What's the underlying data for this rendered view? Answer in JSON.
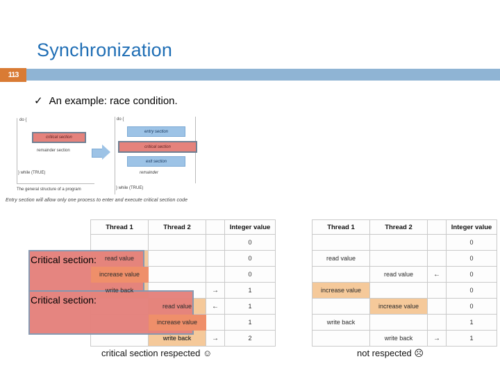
{
  "slide": {
    "title": "Synchronization",
    "page_badge": "113",
    "accent_blue": "#8fb4d4",
    "accent_orange": "#d97b34",
    "title_color": "#1f6eb5",
    "highlight_red": "#e5827c",
    "highlight_orange": "#f5c99a"
  },
  "bullet": {
    "marker": "✓",
    "text": "An example: race condition."
  },
  "diagram": {
    "left": {
      "open": "do {",
      "critical": "critical section",
      "remainder": "remainder section",
      "close": "} while (TRUE)",
      "caption": "The general structure of a program"
    },
    "right": {
      "open": "do {",
      "entry": "entry section",
      "critical": "critical section",
      "exit": "exit section",
      "remainder": "remainder",
      "close": "} while (TRUE)"
    },
    "caption": "Entry section will allow only one process to enter and execute critical section code"
  },
  "table_left": {
    "headers": [
      "Thread 1",
      "Thread 2",
      "",
      "Integer value"
    ],
    "rows": [
      {
        "t1": "",
        "t2": "",
        "arrow": "",
        "value": "0",
        "hl1": false,
        "hl2": false
      },
      {
        "t1": "read value",
        "t2": "",
        "arrow": "",
        "value": "0",
        "hl1": true,
        "hl2": false
      },
      {
        "t1": "increase value",
        "t2": "",
        "arrow": "",
        "value": "0",
        "hl1": true,
        "hl2": false
      },
      {
        "t1": "write back",
        "t2": "",
        "arrow": "→",
        "value": "1",
        "hl1": true,
        "hl2": false
      },
      {
        "t1": "",
        "t2": "read value",
        "arrow": "←",
        "value": "1",
        "hl1": false,
        "hl2": true
      },
      {
        "t1": "",
        "t2": "increase value",
        "arrow": "",
        "value": "1",
        "hl1": false,
        "hl2": true
      },
      {
        "t1": "",
        "t2": "write back",
        "arrow": "→",
        "value": "2",
        "hl1": false,
        "hl2": true
      }
    ],
    "overlay_labels": [
      "Critical section:",
      "Critical section:"
    ]
  },
  "table_right": {
    "headers": [
      "Thread 1",
      "Thread 2",
      "",
      "Integer value"
    ],
    "rows": [
      {
        "t1": "",
        "t2": "",
        "arrow": "",
        "value": "0",
        "hl1": false,
        "hl2": false
      },
      {
        "t1": "read value",
        "t2": "",
        "arrow": "",
        "value": "0",
        "hl1": false,
        "hl2": false
      },
      {
        "t1": "",
        "t2": "read value",
        "arrow": "←",
        "value": "0",
        "hl1": false,
        "hl2": false
      },
      {
        "t1": "increase value",
        "t2": "",
        "arrow": "",
        "value": "0",
        "hl1": true,
        "hl2": false
      },
      {
        "t1": "",
        "t2": "increase value",
        "arrow": "",
        "value": "0",
        "hl1": false,
        "hl2": true
      },
      {
        "t1": "write back",
        "t2": "",
        "arrow": "",
        "value": "1",
        "hl1": false,
        "hl2": false
      },
      {
        "t1": "",
        "t2": "write back",
        "arrow": "→",
        "value": "1",
        "hl1": false,
        "hl2": false
      }
    ]
  },
  "captions": {
    "left": "critical section respected ☺",
    "right": "not respected ☹"
  }
}
